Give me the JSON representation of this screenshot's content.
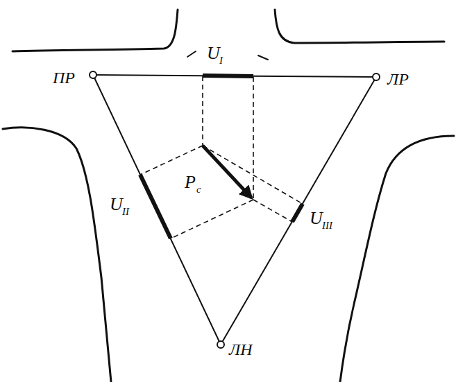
{
  "diagram": {
    "labels": [
      "ПР",
      "ЛР",
      "ЛН",
      "U",
      "I",
      "U",
      "II",
      "U",
      "III",
      "P",
      "c"
    ]
  }
}
